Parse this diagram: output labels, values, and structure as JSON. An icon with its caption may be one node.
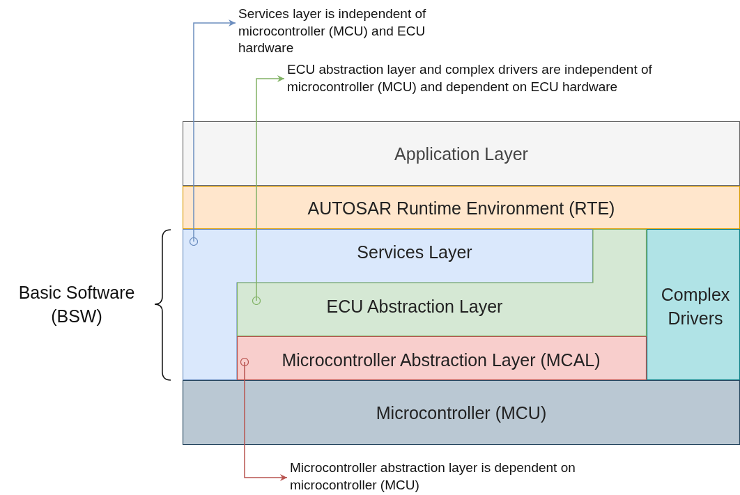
{
  "diagram": {
    "nodes": [
      {
        "text": [
          "Application Layer"
        ]
      },
      {
        "text": [
          "AUTOSAR Runtime Environment (RTE)"
        ]
      },
      {
        "text": [
          "Services Layer"
        ]
      },
      {
        "text": [
          "ECU Abstraction Layer"
        ]
      },
      {
        "text": [
          "Microcontroller Abstraction Layer (MCAL)"
        ]
      },
      {
        "text": [
          "Complex Drivers"
        ]
      },
      {
        "text": [
          "Microcontroller (MCU)"
        ]
      },
      {
        "text": [
          "Services layer is independent of microcontroller (MCU) and ECU hardware"
        ]
      },
      {
        "text": [
          "ECU abstraction layer and complex drivers are independent of microcontroller (MCU) and dependent on ECU hardware"
        ]
      },
      {
        "text": [
          "Microcontroller abstraction layer is dependent on microcontroller (MCU)"
        ]
      }
    ],
    "edges": [
      {
        "from": 2,
        "to": 7,
        "arrow": "to",
        "color": "#6c8ebf"
      },
      {
        "from": 3,
        "to": 8,
        "arrow": "to",
        "color": "#82b366"
      },
      {
        "from": 4,
        "to": 9,
        "arrow": "to",
        "color": "#b85450"
      }
    ],
    "labels": [
      "Basic Software (BSW)"
    ]
  }
}
